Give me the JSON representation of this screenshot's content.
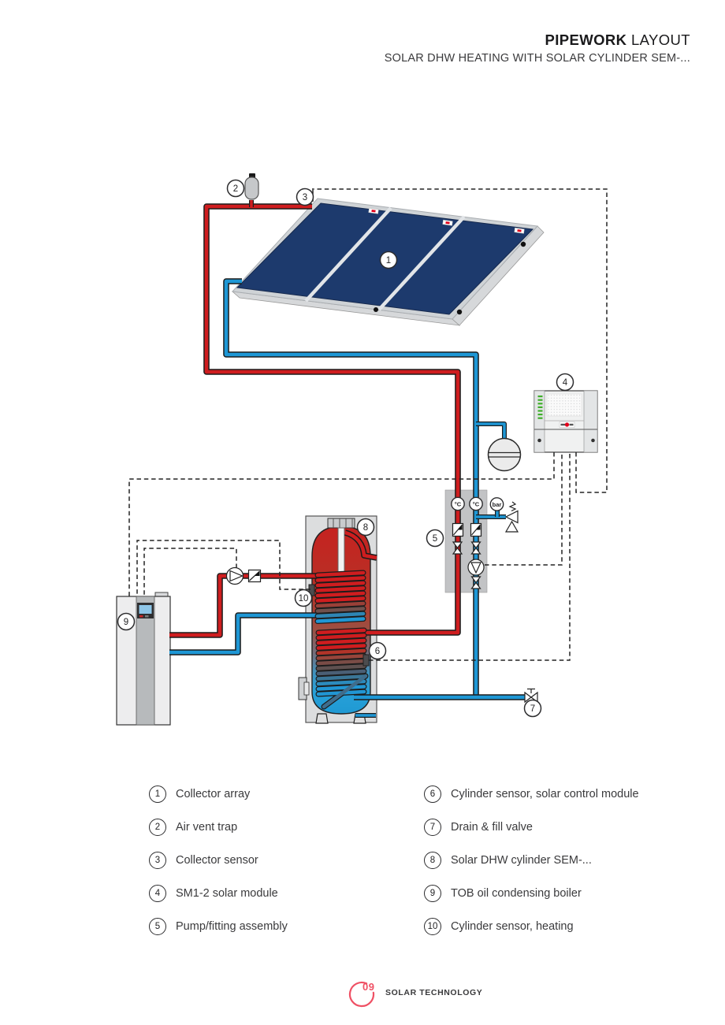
{
  "header": {
    "title_bold": "PIPEWORK",
    "title_tail": " LAYOUT",
    "subtitle": "SOLAR DHW HEATING WITH SOLAR CYLINDER SEM-..."
  },
  "diagram": {
    "callouts": [
      "1",
      "2",
      "3",
      "4",
      "5",
      "6",
      "7",
      "8",
      "9",
      "10"
    ],
    "gauges": {
      "flow_temp": "°C",
      "return_temp": "°C",
      "pressure": "bar"
    }
  },
  "legend": {
    "items": [
      {
        "n": "1",
        "label": "Collector array"
      },
      {
        "n": "2",
        "label": "Air vent trap"
      },
      {
        "n": "3",
        "label": "Collector sensor"
      },
      {
        "n": "4",
        "label": "SM1-2 solar module"
      },
      {
        "n": "5",
        "label": "Pump/fitting assembly"
      },
      {
        "n": "6",
        "label": "Cylinder sensor, solar control module"
      },
      {
        "n": "7",
        "label": "Drain & fill valve"
      },
      {
        "n": "8",
        "label": "Solar DHW cylinder SEM-..."
      },
      {
        "n": "9",
        "label": "TOB oil condensing boiler"
      },
      {
        "n": "10",
        "label": "Cylinder sensor, heating"
      }
    ]
  },
  "footer": {
    "page": "09",
    "label": "SOLAR TECHNOLOGY"
  },
  "colors": {
    "pipe_hot": "#cf1d1f",
    "pipe_cold": "#1e97d5",
    "pipe_outline": "#1c1c1c",
    "collector_panel": "#1d3a6d",
    "wire_dark": "#232323",
    "led_green": "#3fae2a",
    "wolf_red": "#e2001a",
    "footer_accent": "#ef5064",
    "text_dark": "#1a1a1c",
    "text_gray": "#3a3a3c"
  }
}
